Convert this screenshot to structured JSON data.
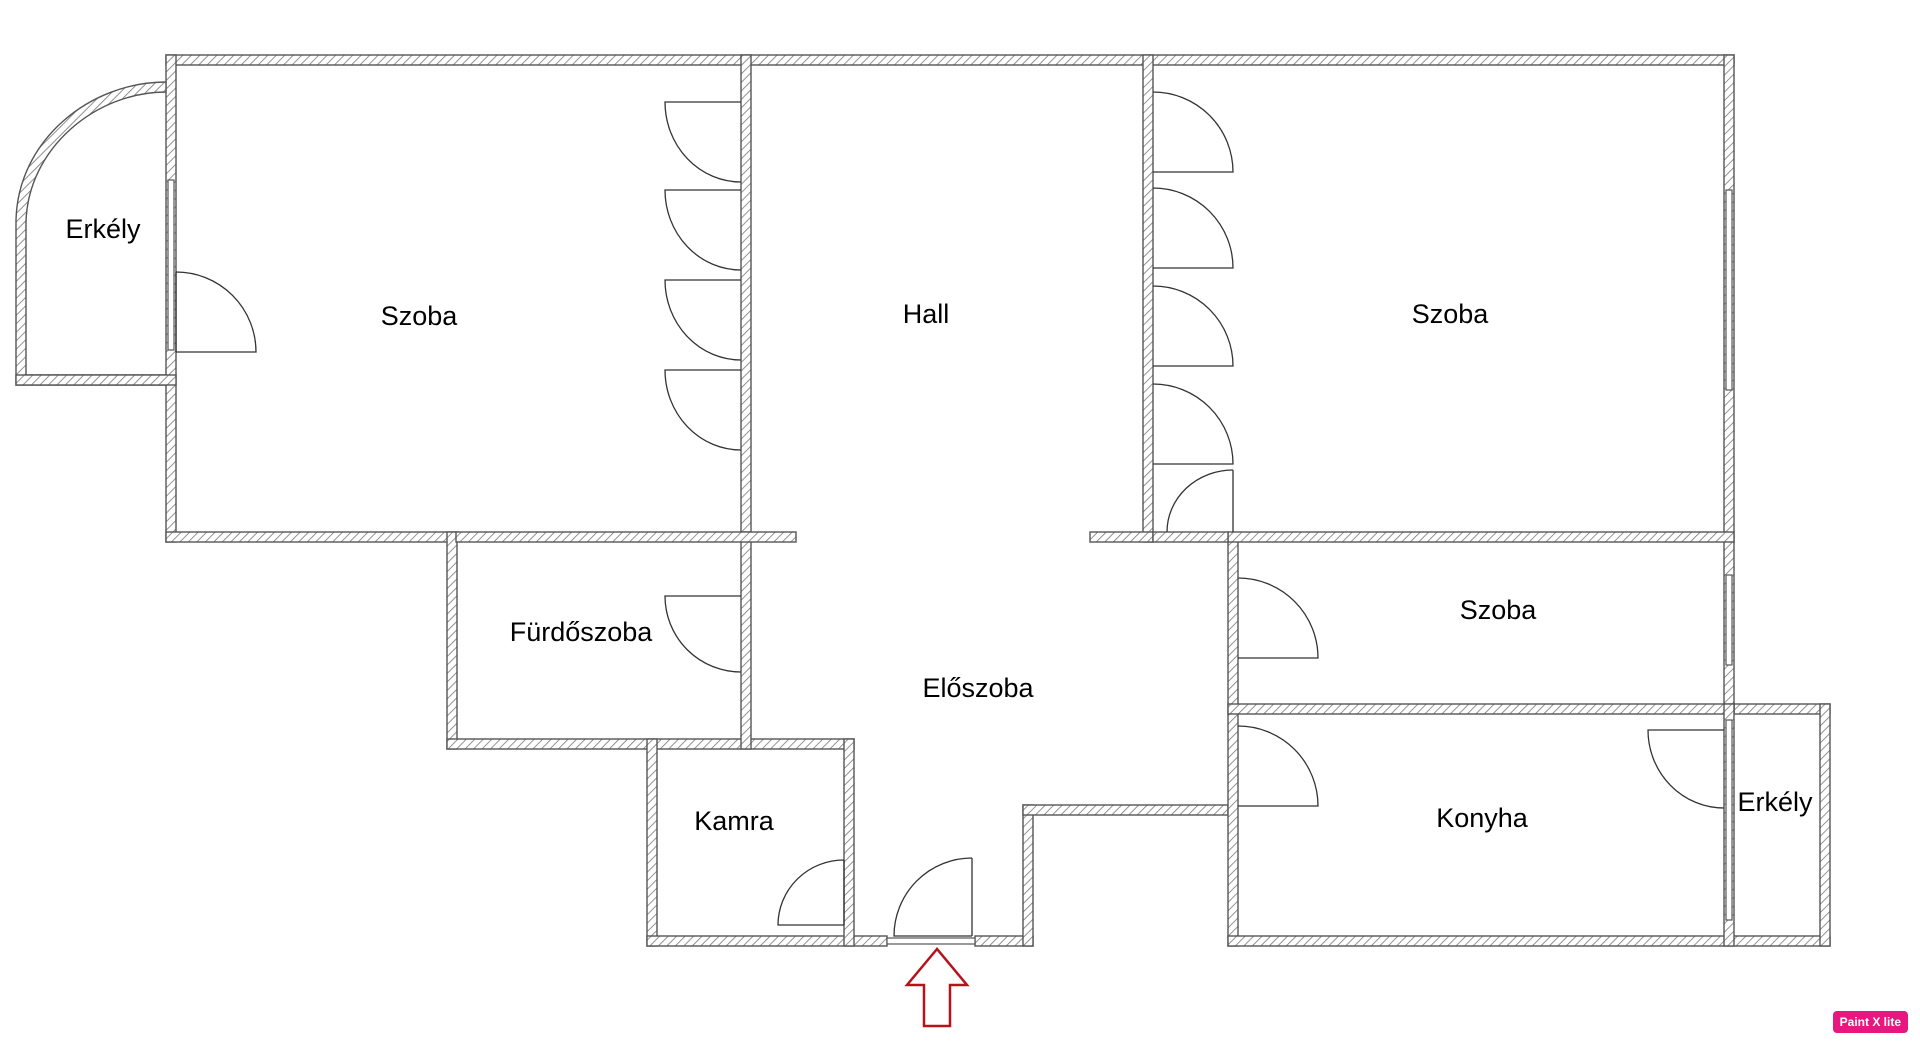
{
  "rooms": {
    "erkely_left": "Erkély",
    "szoba_left": "Szoba",
    "hall": "Hall",
    "szoba_right": "Szoba",
    "furdoszoba": "Fürdőszoba",
    "eloszoba": "Előszoba",
    "szoba_small": "Szoba",
    "kamra": "Kamra",
    "konyha": "Konyha",
    "erkely_right": "Erkély"
  },
  "badge": {
    "label": "Paint X lite",
    "color": "#e6177f"
  },
  "colors": {
    "wall_stroke": "#555555",
    "hatch": "#777777",
    "entrance_arrow": "#b5121b"
  },
  "icons": {
    "entrance": "up-arrow-icon"
  }
}
